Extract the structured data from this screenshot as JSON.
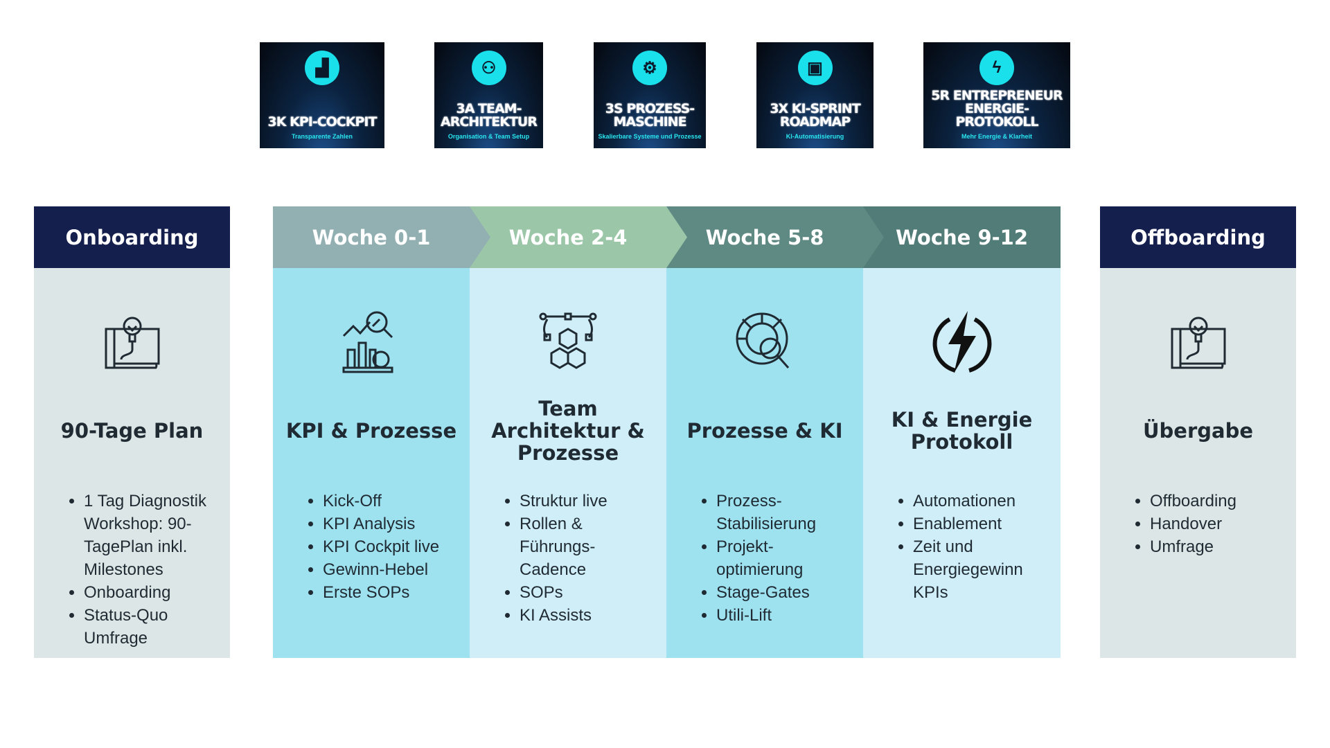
{
  "cards": [
    {
      "title": "3K KPI-Cockpit",
      "subtitle": "Transparente Zahlen",
      "icon": "chart-growth-icon"
    },
    {
      "title": "3A Team-Architektur",
      "subtitle": "Organisation & Team Setup",
      "icon": "team-icon"
    },
    {
      "title": "3S Prozess-Maschine",
      "subtitle": "Skalierbare Systeme und Prozesse",
      "icon": "gears-icon"
    },
    {
      "title": "3X KI-Sprint Roadmap",
      "subtitle": "KI-Automatisierung",
      "icon": "robot-icon"
    },
    {
      "title": "5R Entrepreneur Energie-Protokoll",
      "subtitle": "Mehr Energie & Klarheit",
      "icon": "energy-cycle-icon"
    }
  ],
  "columns": [
    {
      "header": "Onboarding",
      "title": "90-Tage Plan",
      "icon": "blueprint-lightbulb-icon",
      "items": [
        "1 Tag Diagnostik Workshop: 90-TagePlan inkl. Milestones",
        "Onboarding",
        "Status-Quo Umfrage"
      ]
    },
    {
      "header": "Woche 0-1",
      "title": "KPI & Prozesse",
      "icon": "analytics-icon",
      "items": [
        "Kick-Off",
        "KPI Analysis",
        "KPI Cockpit live",
        "Gewinn-Hebel",
        "Erste SOPs"
      ]
    },
    {
      "header": "Woche 2-4",
      "title": "Team Architektur & Prozesse",
      "icon": "structure-cubes-icon",
      "items": [
        "Struktur live",
        "Rollen & Führungs-Cadence",
        "SOPs",
        "KI Assists"
      ]
    },
    {
      "header": "Woche 5-8",
      "title": "Prozesse & KI",
      "icon": "process-search-icon",
      "items": [
        "Prozess-Stabilisierung",
        "Projekt-optimierung",
        "Stage-Gates",
        "Utili-Lift"
      ]
    },
    {
      "header": "Woche 9-12",
      "title": "KI & Energie Protokoll",
      "icon": "lightning-icon",
      "items": [
        "Automationen",
        "Enablement",
        "Zeit und Energiegewinn KPIs"
      ]
    },
    {
      "header": "Offboarding",
      "title": "Übergabe",
      "icon": "blueprint-lightbulb-icon",
      "items": [
        "Offboarding",
        "Handover",
        "Umfrage"
      ]
    }
  ],
  "colors": {
    "navy": "#151f4d",
    "side": "#dde6e6",
    "w1": "#92b0b2",
    "w2": "#9cc6a8",
    "w3": "#5f8a83",
    "w4": "#517c78",
    "cyan": "#9ee1ef",
    "light": "#d0eef8"
  }
}
